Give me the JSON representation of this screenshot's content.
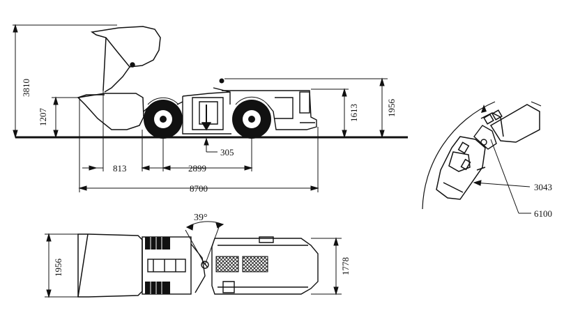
{
  "side_view": {
    "height_raised": "3810",
    "height_bucket": "1207",
    "height_cab": "1613",
    "height_canopy": "1956",
    "ground_clearance": "305",
    "front_overhang": "813",
    "wheelbase": "2899",
    "overall_length": "8700"
  },
  "turning_view": {
    "inner_radius": "3043",
    "outer_radius": "6100"
  },
  "top_view": {
    "bucket_width": "1956",
    "body_width": "1778",
    "articulation_angle": "39°"
  }
}
